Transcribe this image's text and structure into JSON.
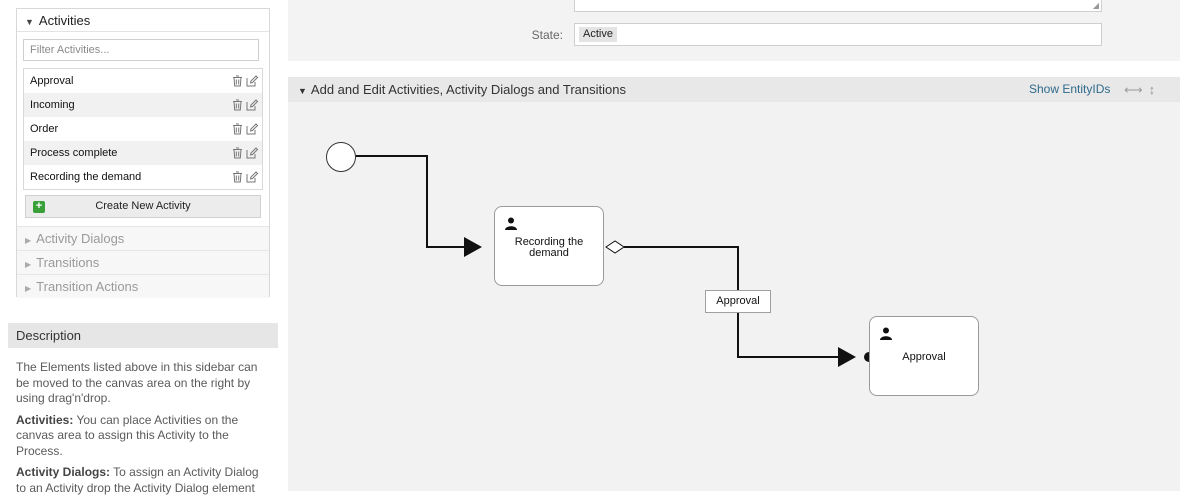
{
  "sidebar": {
    "activities_header": "Activities",
    "filter_placeholder": "Filter Activities...",
    "activities": [
      {
        "label": "Approval"
      },
      {
        "label": "Incoming"
      },
      {
        "label": "Order"
      },
      {
        "label": "Process complete"
      },
      {
        "label": "Recording the demand"
      }
    ],
    "create_button": "Create New Activity",
    "collapsed_sections": [
      "Activity Dialogs",
      "Transitions",
      "Transition Actions"
    ]
  },
  "description": {
    "header": "Description",
    "intro": "The Elements listed above in this sidebar can be moved to the canvas area on the right by using drag'n'drop.",
    "activities_term": "Activities:",
    "activities_text": "You can place Activities on the canvas area to assign this Activity to the Process.",
    "dialogs_term": "Activity Dialogs:",
    "dialogs_text": "To assign an Activity Dialog to an Activity drop the Activity Dialog element"
  },
  "process": {
    "state_label": "State:",
    "state_value": "Active"
  },
  "canvas": {
    "header": "Add and Edit Activities, Activity Dialogs and Transitions",
    "show_entity_ids": "Show EntityIDs",
    "nodes": {
      "recording": "Recording the demand",
      "approval": "Approval"
    },
    "transition_label": "Approval"
  },
  "colors": {
    "link": "#2f6a8c",
    "create_icon": "#3aa13a",
    "canvas_bg": "#f2f2f2"
  },
  "icons": [
    "trash-icon",
    "edit-icon",
    "user-icon",
    "plus-icon",
    "horizontal-resize-icon",
    "vertical-resize-icon"
  ]
}
